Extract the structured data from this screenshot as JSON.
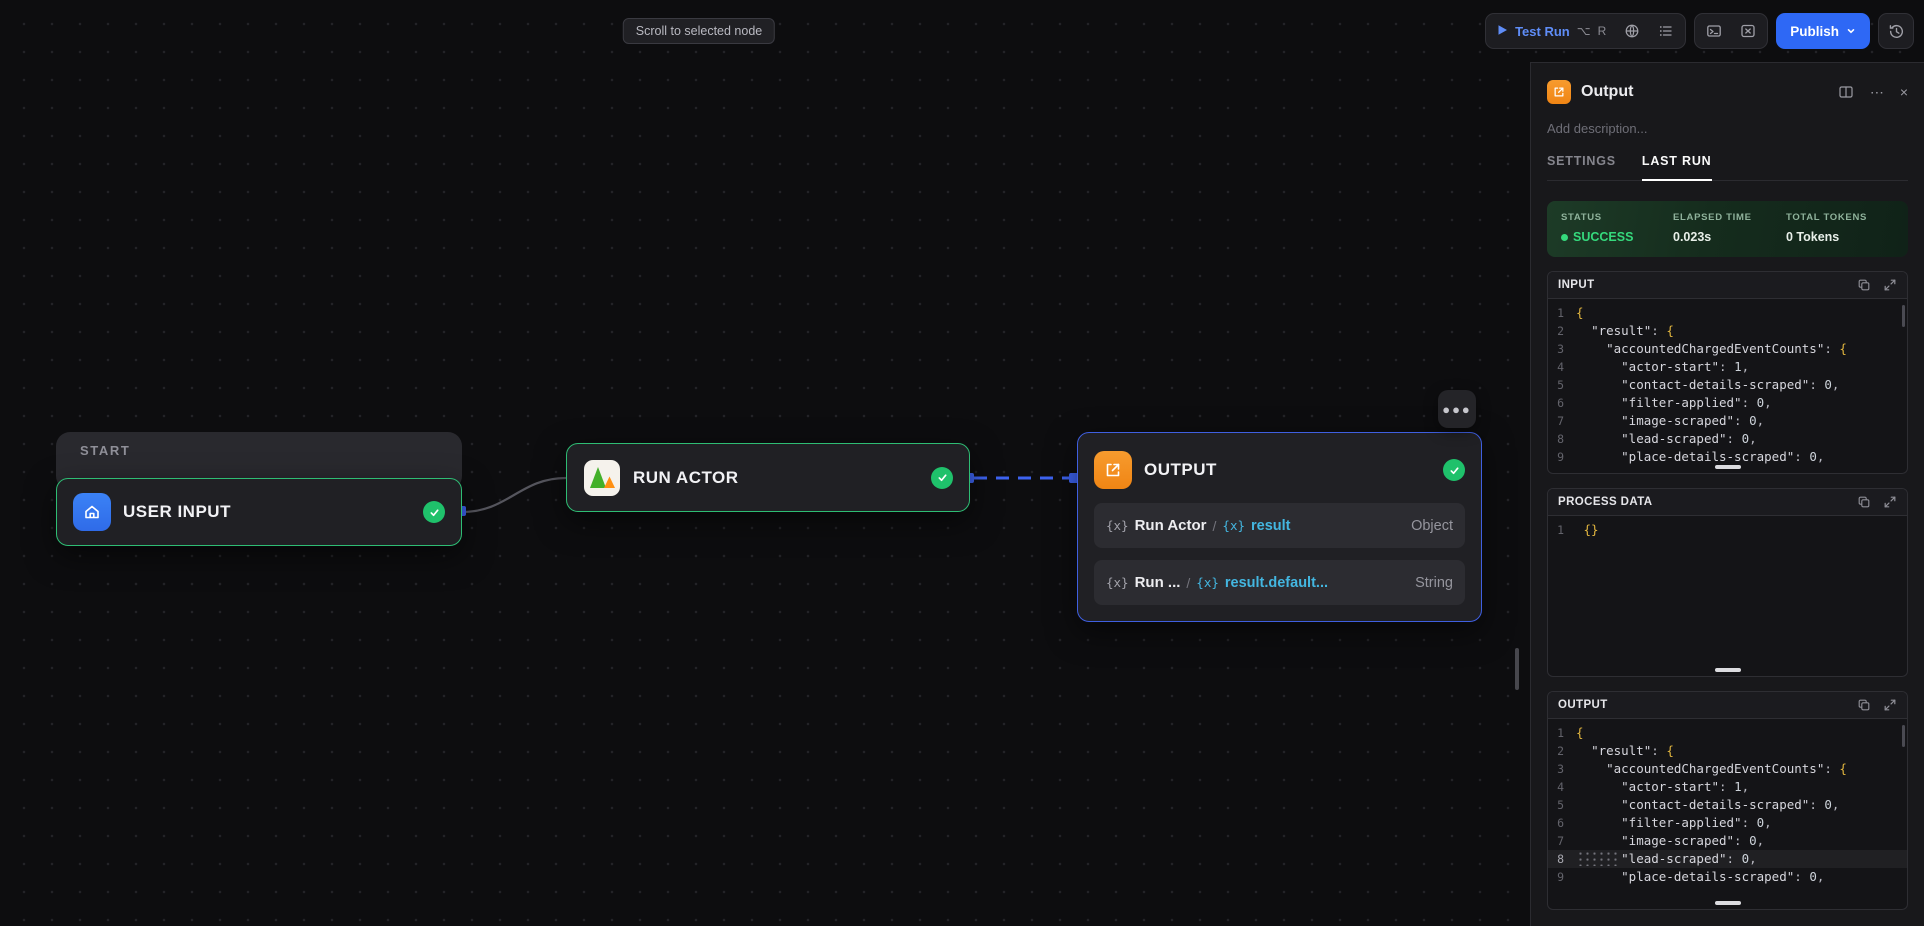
{
  "colors": {
    "accent_blue": "#2e68f5",
    "success_green": "#35d97c",
    "node_green_border": "#2ebd74",
    "node_blue_border": "#3f5fe0",
    "output_orange": "#f08514",
    "input_blue": "#2f6be8",
    "edge_blue": "#3d63f0",
    "code_brace_yellow": "#e2b63f",
    "variable_cyan": "#43b6e0"
  },
  "toolbar": {
    "scroll_to_node": "Scroll to selected node",
    "test_run_label": "Test Run",
    "shortcut_alt": "⌥",
    "shortcut_key": "R",
    "publish_label": "Publish"
  },
  "canvas": {
    "start_label": "START",
    "nodes": {
      "user_input": {
        "title": "USER INPUT"
      },
      "run_actor": {
        "title": "RUN ACTOR"
      },
      "output": {
        "title": "OUTPUT"
      }
    },
    "output_fields": [
      {
        "fx": "{x}",
        "name": "Run Actor",
        "slash": "/",
        "var_fx": "{x}",
        "path": "result",
        "type": "Object"
      },
      {
        "fx": "{x}",
        "name": "Run ...",
        "slash": "/",
        "var_fx": "{x}",
        "path": "result.default...",
        "type": "String"
      }
    ]
  },
  "panel": {
    "title": "Output",
    "description_placeholder": "Add description...",
    "tabs": [
      {
        "label": "SETTINGS",
        "active": false
      },
      {
        "label": "LAST RUN",
        "active": true
      }
    ],
    "run_summary": {
      "status_label": "STATUS",
      "status_value": "SUCCESS",
      "elapsed_label": "ELAPSED TIME",
      "elapsed_value": "0.023s",
      "tokens_label": "TOTAL TOKENS",
      "tokens_value": "0 Tokens"
    },
    "sections": [
      {
        "title": "INPUT",
        "active_line": 0,
        "lines": [
          {
            "n": 1,
            "tokens": [
              {
                "c": "brace",
                "v": "{"
              }
            ]
          },
          {
            "n": 2,
            "tokens": [
              {
                "c": "ind",
                "v": "  "
              },
              {
                "c": "key",
                "v": "\"result\""
              },
              {
                "c": "pun",
                "v": ": "
              },
              {
                "c": "brace",
                "v": "{"
              }
            ]
          },
          {
            "n": 3,
            "tokens": [
              {
                "c": "ind",
                "v": "    "
              },
              {
                "c": "key",
                "v": "\"accountedChargedEventCounts\""
              },
              {
                "c": "pun",
                "v": ": "
              },
              {
                "c": "brace",
                "v": "{"
              }
            ]
          },
          {
            "n": 4,
            "tokens": [
              {
                "c": "ind",
                "v": "      "
              },
              {
                "c": "key",
                "v": "\"actor-start\""
              },
              {
                "c": "pun",
                "v": ": "
              },
              {
                "c": "num",
                "v": "1"
              },
              {
                "c": "pun",
                "v": ","
              }
            ]
          },
          {
            "n": 5,
            "tokens": [
              {
                "c": "ind",
                "v": "      "
              },
              {
                "c": "key",
                "v": "\"contact-details-scraped\""
              },
              {
                "c": "pun",
                "v": ": "
              },
              {
                "c": "num",
                "v": "0"
              },
              {
                "c": "pun",
                "v": ","
              }
            ]
          },
          {
            "n": 6,
            "tokens": [
              {
                "c": "ind",
                "v": "      "
              },
              {
                "c": "key",
                "v": "\"filter-applied\""
              },
              {
                "c": "pun",
                "v": ": "
              },
              {
                "c": "num",
                "v": "0"
              },
              {
                "c": "pun",
                "v": ","
              }
            ]
          },
          {
            "n": 7,
            "tokens": [
              {
                "c": "ind",
                "v": "      "
              },
              {
                "c": "key",
                "v": "\"image-scraped\""
              },
              {
                "c": "pun",
                "v": ": "
              },
              {
                "c": "num",
                "v": "0"
              },
              {
                "c": "pun",
                "v": ","
              }
            ]
          },
          {
            "n": 8,
            "tokens": [
              {
                "c": "ind",
                "v": "      "
              },
              {
                "c": "key",
                "v": "\"lead-scraped\""
              },
              {
                "c": "pun",
                "v": ": "
              },
              {
                "c": "num",
                "v": "0"
              },
              {
                "c": "pun",
                "v": ","
              }
            ]
          },
          {
            "n": 9,
            "tokens": [
              {
                "c": "ind",
                "v": "      "
              },
              {
                "c": "key",
                "v": "\"place-details-scraped\""
              },
              {
                "c": "pun",
                "v": ": "
              },
              {
                "c": "num",
                "v": "0"
              },
              {
                "c": "pun",
                "v": ","
              }
            ]
          }
        ]
      },
      {
        "title": "PROCESS DATA",
        "active_line": 0,
        "lines": [
          {
            "n": 1,
            "tokens": [
              {
                "c": "ind",
                "v": " "
              },
              {
                "c": "brace",
                "v": "{}"
              }
            ]
          }
        ]
      },
      {
        "title": "OUTPUT",
        "active_line": 8,
        "lines": [
          {
            "n": 1,
            "tokens": [
              {
                "c": "brace",
                "v": "{"
              }
            ]
          },
          {
            "n": 2,
            "tokens": [
              {
                "c": "ind",
                "v": "  "
              },
              {
                "c": "key",
                "v": "\"result\""
              },
              {
                "c": "pun",
                "v": ": "
              },
              {
                "c": "brace",
                "v": "{"
              }
            ]
          },
          {
            "n": 3,
            "tokens": [
              {
                "c": "ind",
                "v": "    "
              },
              {
                "c": "key",
                "v": "\"accountedChargedEventCounts\""
              },
              {
                "c": "pun",
                "v": ": "
              },
              {
                "c": "brace",
                "v": "{"
              }
            ]
          },
          {
            "n": 4,
            "tokens": [
              {
                "c": "ind",
                "v": "      "
              },
              {
                "c": "key",
                "v": "\"actor-start\""
              },
              {
                "c": "pun",
                "v": ": "
              },
              {
                "c": "num",
                "v": "1"
              },
              {
                "c": "pun",
                "v": ","
              }
            ]
          },
          {
            "n": 5,
            "tokens": [
              {
                "c": "ind",
                "v": "      "
              },
              {
                "c": "key",
                "v": "\"contact-details-scraped\""
              },
              {
                "c": "pun",
                "v": ": "
              },
              {
                "c": "num",
                "v": "0"
              },
              {
                "c": "pun",
                "v": ","
              }
            ]
          },
          {
            "n": 6,
            "tokens": [
              {
                "c": "ind",
                "v": "      "
              },
              {
                "c": "key",
                "v": "\"filter-applied\""
              },
              {
                "c": "pun",
                "v": ": "
              },
              {
                "c": "num",
                "v": "0"
              },
              {
                "c": "pun",
                "v": ","
              }
            ]
          },
          {
            "n": 7,
            "tokens": [
              {
                "c": "ind",
                "v": "      "
              },
              {
                "c": "key",
                "v": "\"image-scraped\""
              },
              {
                "c": "pun",
                "v": ": "
              },
              {
                "c": "num",
                "v": "0"
              },
              {
                "c": "pun",
                "v": ","
              }
            ]
          },
          {
            "n": 8,
            "tokens": [
              {
                "c": "ind",
                "v": "      "
              },
              {
                "c": "key",
                "v": "\"lead-scraped\""
              },
              {
                "c": "pun",
                "v": ": "
              },
              {
                "c": "num",
                "v": "0"
              },
              {
                "c": "pun",
                "v": ","
              }
            ]
          },
          {
            "n": 9,
            "tokens": [
              {
                "c": "ind",
                "v": "      "
              },
              {
                "c": "key",
                "v": "\"place-details-scraped\""
              },
              {
                "c": "pun",
                "v": ": "
              },
              {
                "c": "num",
                "v": "0"
              },
              {
                "c": "pun",
                "v": ","
              }
            ]
          }
        ]
      }
    ]
  }
}
